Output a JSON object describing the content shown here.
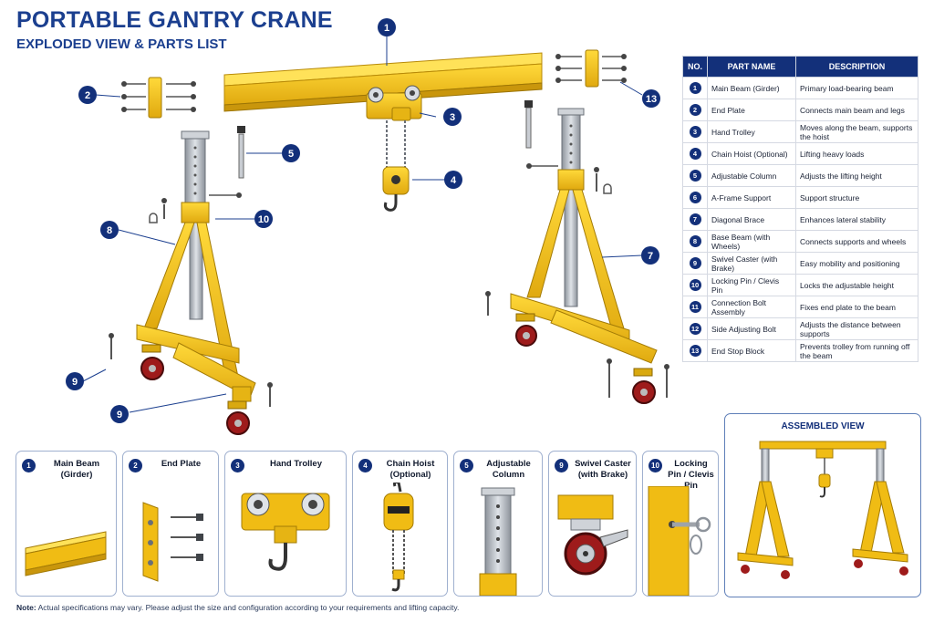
{
  "header": {
    "title": "PORTABLE GANTRY CRANE",
    "subtitle": "EXPLODED VIEW & PARTS LIST"
  },
  "colors": {
    "primary_navy": "#13307a",
    "crane_yellow": "#f2c21b",
    "steel_gray": "#b9bec6",
    "wheel_red": "#9e1b1b"
  },
  "callouts": [
    "1",
    "2",
    "3",
    "4",
    "5",
    "7",
    "8",
    "9",
    "10",
    "13"
  ],
  "table": {
    "headers": [
      "NO.",
      "PART NAME",
      "DESCRIPTION"
    ],
    "rows": [
      {
        "no": "1",
        "name": "Main Beam (Girder)",
        "description": "Primary load-bearing beam"
      },
      {
        "no": "2",
        "name": "End Plate",
        "description": "Connects main beam and legs"
      },
      {
        "no": "3",
        "name": "Hand Trolley",
        "description": "Moves along the beam, supports the hoist"
      },
      {
        "no": "4",
        "name": "Chain Hoist (Optional)",
        "description": "Lifting heavy loads"
      },
      {
        "no": "5",
        "name": "Adjustable Column",
        "description": "Adjusts the lifting height"
      },
      {
        "no": "6",
        "name": "A-Frame Support",
        "description": "Support structure"
      },
      {
        "no": "7",
        "name": "Diagonal Brace",
        "description": "Enhances lateral stability"
      },
      {
        "no": "8",
        "name": "Base Beam (with Wheels)",
        "description": "Connects supports and wheels"
      },
      {
        "no": "9",
        "name": "Swivel Caster (with Brake)",
        "description": "Easy mobility and positioning"
      },
      {
        "no": "10",
        "name": "Locking Pin / Clevis Pin",
        "description": "Locks the adjustable height"
      },
      {
        "no": "11",
        "name": "Connection Bolt Assembly",
        "description": "Fixes end plate to the beam"
      },
      {
        "no": "12",
        "name": "Side Adjusting Bolt",
        "description": "Adjusts the distance between supports"
      },
      {
        "no": "13",
        "name": "End Stop Block",
        "description": "Prevents trolley from running off the beam"
      }
    ]
  },
  "cards": [
    {
      "no": "1",
      "title": "Main Beam (Girder)"
    },
    {
      "no": "2",
      "title": "End Plate"
    },
    {
      "no": "3",
      "title": "Hand Trolley"
    },
    {
      "no": "4",
      "title": "Chain Hoist (Optional)"
    },
    {
      "no": "5",
      "title": "Adjustable Column"
    },
    {
      "no": "9",
      "title": "Swivel Caster (with Brake)"
    },
    {
      "no": "10",
      "title": "Locking Pin / Clevis Pin"
    }
  ],
  "assembled": {
    "title": "ASSEMBLED VIEW"
  },
  "note": {
    "label": "Note:",
    "text": "Actual specifications may vary. Please adjust the size and configuration according to your requirements and lifting capacity."
  }
}
